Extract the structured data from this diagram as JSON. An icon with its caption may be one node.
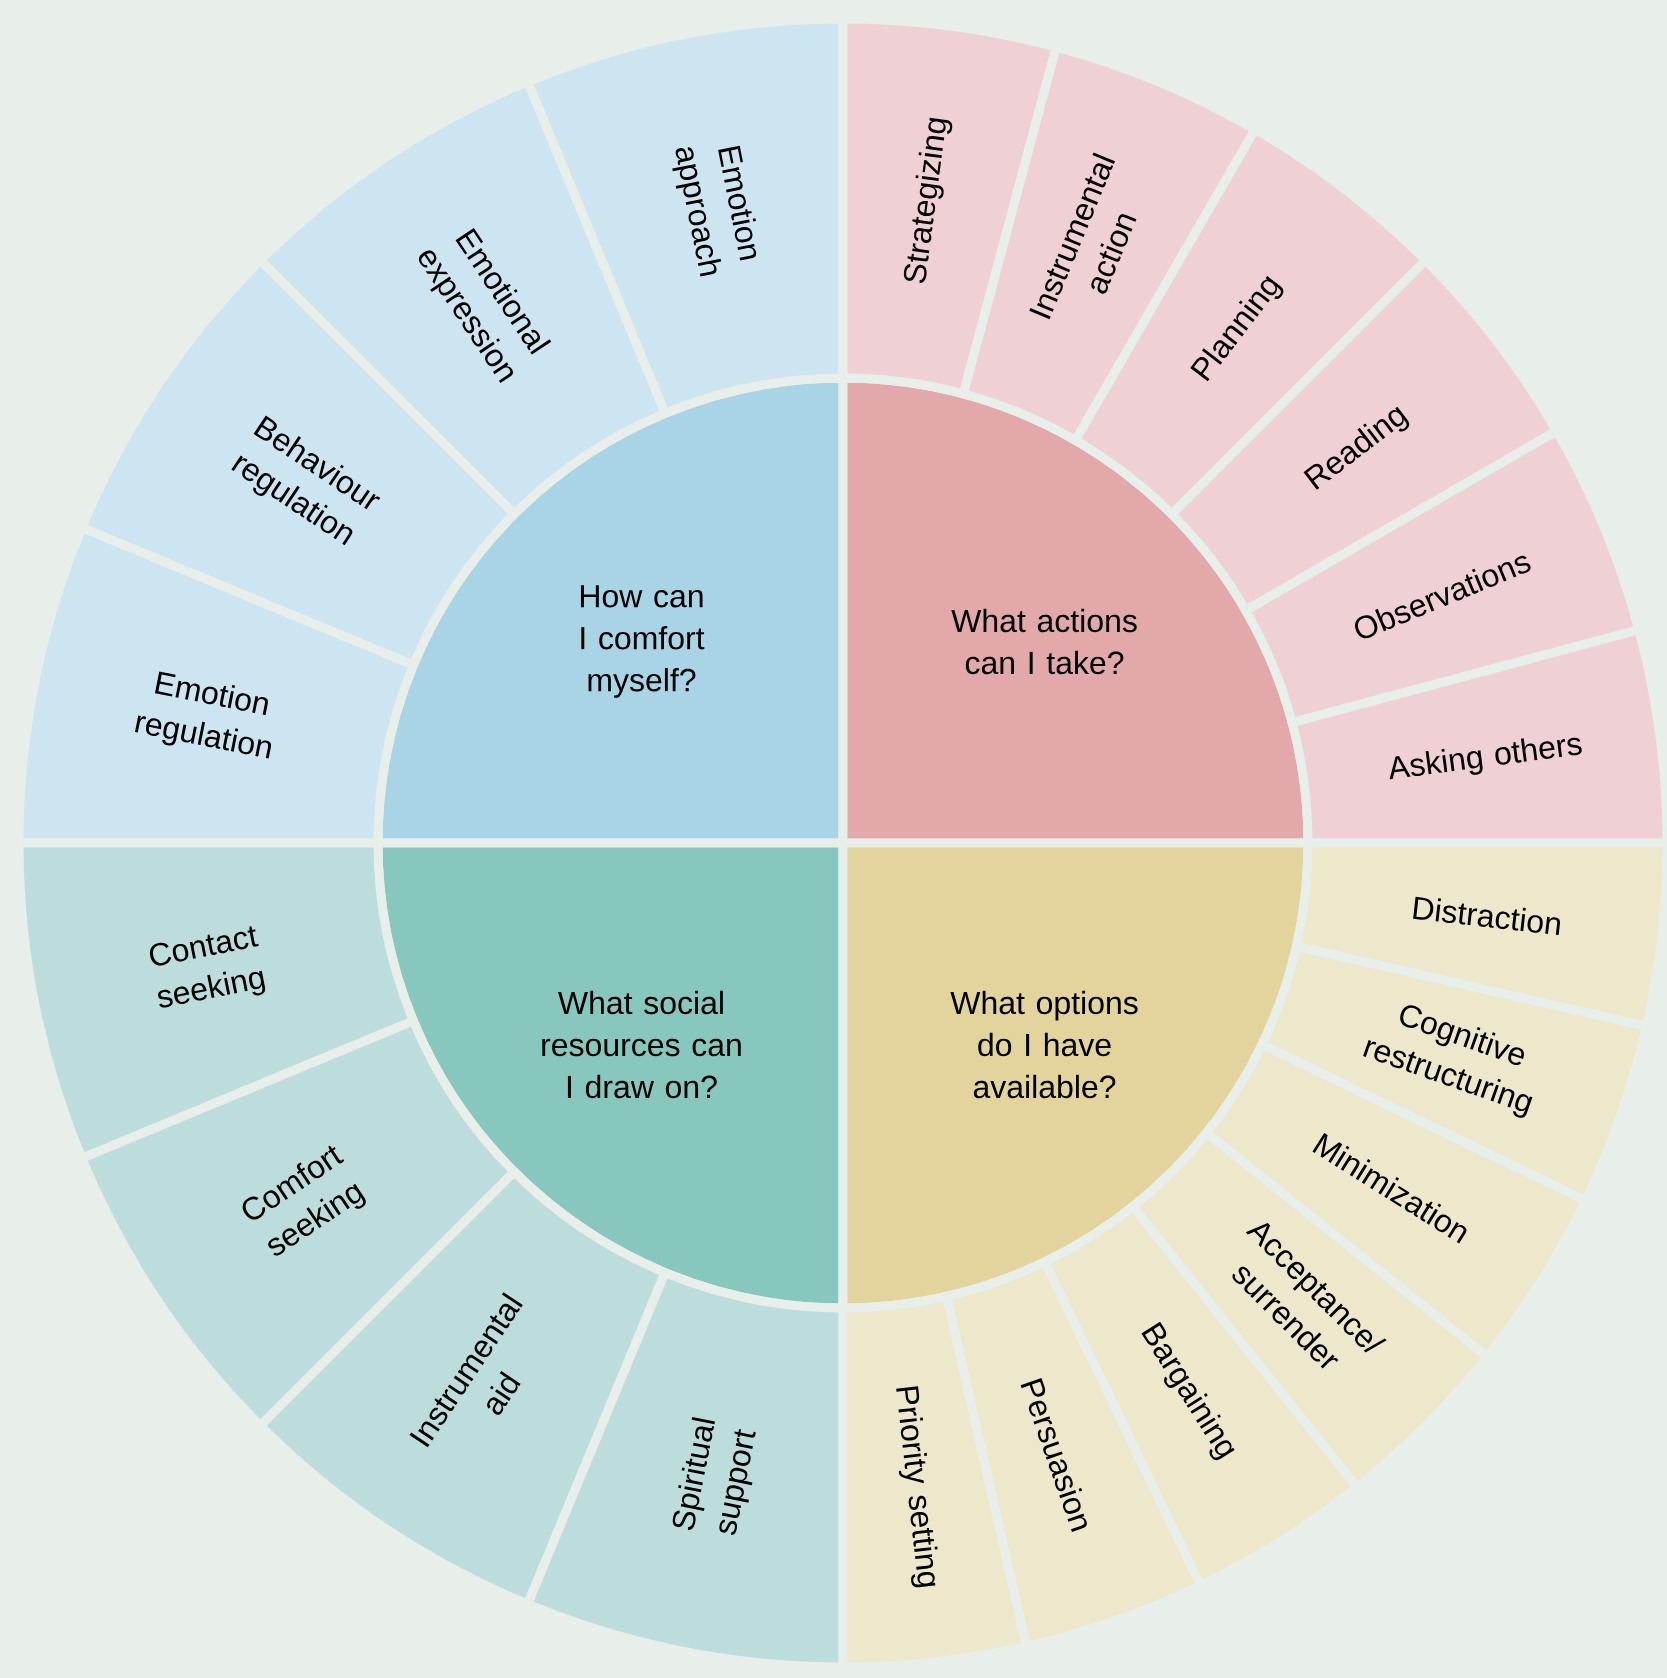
{
  "diagram": {
    "nodes": [
      {
        "text": [
          "How can I comfort myself?"
        ]
      },
      {
        "text": [
          "Emotion approach"
        ]
      },
      {
        "text": [
          "Emotional expression"
        ]
      },
      {
        "text": [
          "Behaviour regulation"
        ]
      },
      {
        "text": [
          "Emotion regulation"
        ]
      },
      {
        "text": [
          "What actions can I take?"
        ]
      },
      {
        "text": [
          "Strategizing"
        ]
      },
      {
        "text": [
          "Instrumental action"
        ]
      },
      {
        "text": [
          "Planning"
        ]
      },
      {
        "text": [
          "Reading"
        ]
      },
      {
        "text": [
          "Observations"
        ]
      },
      {
        "text": [
          "Asking others"
        ]
      },
      {
        "text": [
          "What social resources can I draw on?"
        ]
      },
      {
        "text": [
          "Contact seeking"
        ]
      },
      {
        "text": [
          "Comfort seeking"
        ]
      },
      {
        "text": [
          "Instrumental aid"
        ]
      },
      {
        "text": [
          "Spiritual support"
        ]
      },
      {
        "text": [
          "What options do I have available?"
        ]
      },
      {
        "text": [
          "Distraction"
        ]
      },
      {
        "text": [
          "Cognitive restructuring"
        ]
      },
      {
        "text": [
          "Minimization"
        ]
      },
      {
        "text": [
          "Acceptance/ surrender"
        ]
      },
      {
        "text": [
          "Bargaining"
        ]
      },
      {
        "text": [
          "Persuasion"
        ]
      },
      {
        "text": [
          "Priority setting"
        ]
      }
    ]
  }
}
